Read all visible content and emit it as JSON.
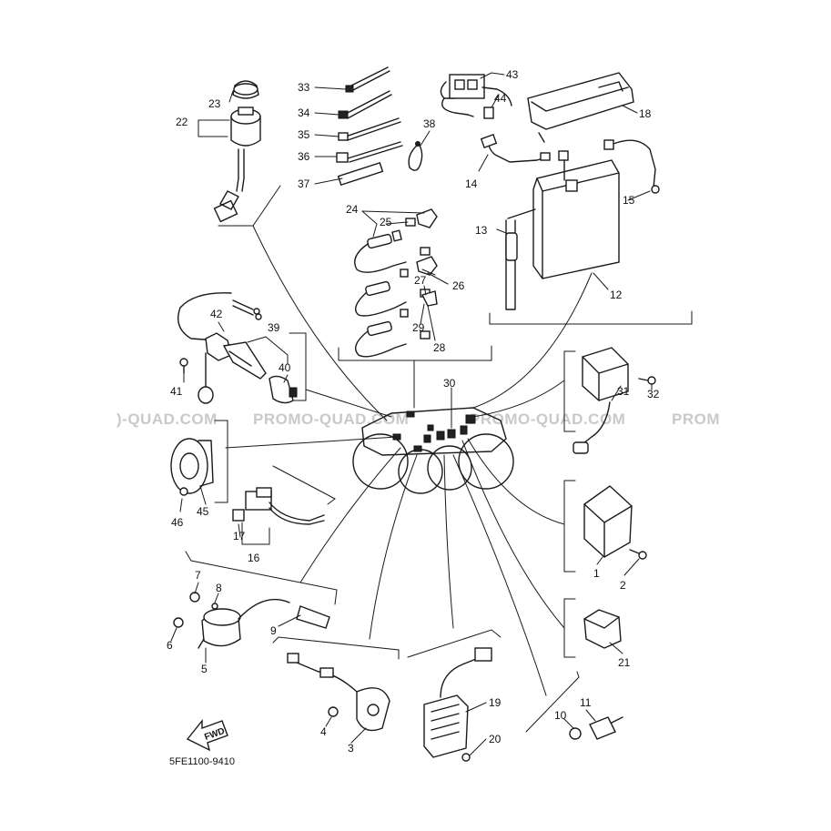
{
  "diagram": {
    "watermark": "PROMO-QUAD.COM",
    "watermark_left": ")-QUAD.COM",
    "watermark_right": "PROM",
    "code": "5FE1100-9410",
    "fwd": "FWD"
  },
  "labels": {
    "p1": "1",
    "p2": "2",
    "p3": "3",
    "p4": "4",
    "p5": "5",
    "p6": "6",
    "p7": "7",
    "p8": "8",
    "p9": "9",
    "p10": "10",
    "p11": "11",
    "p12": "12",
    "p13": "13",
    "p14": "14",
    "p15": "15",
    "p16": "16",
    "p17": "17",
    "p18": "18",
    "p19": "19",
    "p20": "20",
    "p21": "21",
    "p22": "22",
    "p23": "23",
    "p24": "24",
    "p25": "25",
    "p26": "26",
    "p27": "27",
    "p28": "28",
    "p29": "29",
    "p30": "30",
    "p31": "31",
    "p32": "32",
    "p33": "33",
    "p34": "34",
    "p35": "35",
    "p36": "36",
    "p37": "37",
    "p38": "38",
    "p39": "39",
    "p40": "40",
    "p41": "41",
    "p42": "42",
    "p43": "43",
    "p44": "44",
    "p45": "45",
    "p46": "46"
  }
}
